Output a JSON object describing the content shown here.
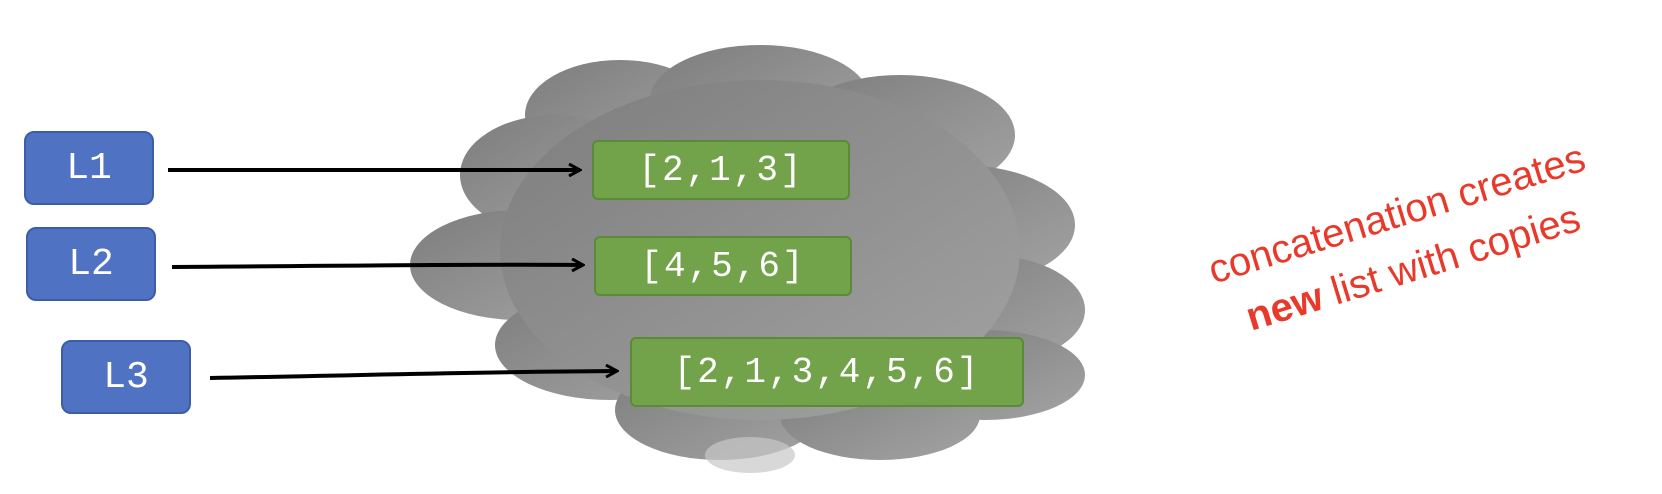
{
  "variables": [
    {
      "label": "L1"
    },
    {
      "label": "L2"
    },
    {
      "label": "L3"
    }
  ],
  "lists": [
    {
      "text": "[2,1,3]"
    },
    {
      "text": "[4,5,6]"
    },
    {
      "text": "[2,1,3,4,5,6]"
    }
  ],
  "note": {
    "line1": "concatenation creates",
    "line2_bold": "new",
    "line2_rest": " list with copies"
  },
  "colors": {
    "variable_box": "#4f72c2",
    "list_box": "#72a34a",
    "cloud": "#8c8c8c",
    "arrow": "#000000",
    "note_text": "#e8392b"
  }
}
